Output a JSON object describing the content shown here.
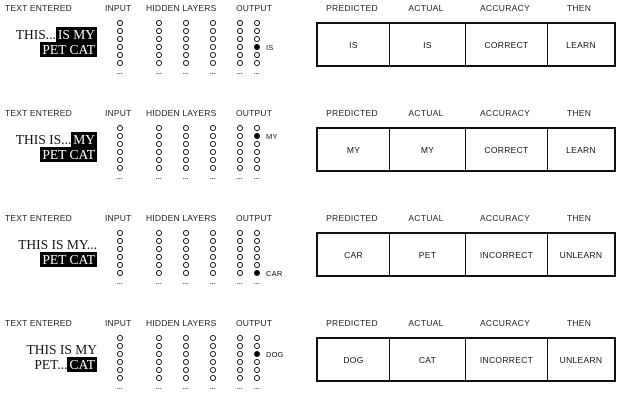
{
  "labels": {
    "text_entered": "TEXT ENTERED",
    "input": "INPUT",
    "hidden_layers": "HIDDEN LAYERS",
    "output": "OUTPUT",
    "ellipsis": "..."
  },
  "table_headers": {
    "predicted": "PREDICTED",
    "actual": "ACTUAL",
    "accuracy": "ACCURACY",
    "then": "THEN"
  },
  "colors": {
    "highlight_bg": "#000000",
    "highlight_fg": "#ffffff",
    "stroke": "#111111",
    "page_bg": "#ffffff"
  },
  "network": {
    "input_nodes": 6,
    "hidden_columns": 4,
    "hidden_nodes": 6,
    "output_nodes": 6
  },
  "rows": [
    {
      "text": {
        "line1_plain": "THIS...",
        "line1_highlight": "IS MY",
        "line2_plain": "",
        "line2_highlight": "PET CAT"
      },
      "output": {
        "active_index": 3,
        "tag": "IS"
      },
      "table": {
        "predicted": "IS",
        "actual": "IS",
        "accuracy": "CORRECT",
        "then": "LEARN"
      }
    },
    {
      "text": {
        "line1_plain": "THIS IS...",
        "line1_highlight": "MY",
        "line2_plain": "",
        "line2_highlight": "PET CAT"
      },
      "output": {
        "active_index": 1,
        "tag": "MY"
      },
      "table": {
        "predicted": "MY",
        "actual": "MY",
        "accuracy": "CORRECT",
        "then": "LEARN"
      }
    },
    {
      "text": {
        "line1_plain": "THIS IS MY...",
        "line1_highlight": "",
        "line2_plain": "",
        "line2_highlight": "PET CAT"
      },
      "output": {
        "active_index": 5,
        "tag": "CAR"
      },
      "table": {
        "predicted": "CAR",
        "actual": "PET",
        "accuracy": "INCORRECT",
        "then": "UNLEARN"
      }
    },
    {
      "text": {
        "line1_plain": "THIS IS MY",
        "line1_highlight": "",
        "line2_plain": "PET...",
        "line2_highlight": "CAT"
      },
      "output": {
        "active_index": 2,
        "tag": "DOG"
      },
      "table": {
        "predicted": "DOG",
        "actual": "CAT",
        "accuracy": "INCORRECT",
        "then": "UNLEARN"
      }
    }
  ]
}
